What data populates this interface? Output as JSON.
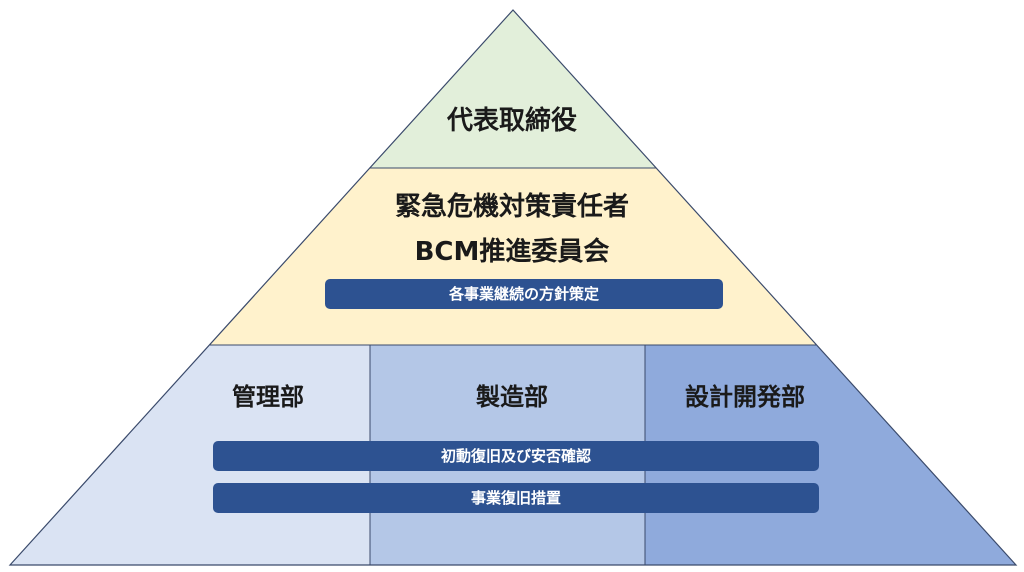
{
  "pyramid": {
    "top": {
      "title": "代表取締役",
      "fill": "#e2efda"
    },
    "middle": {
      "line1": "緊急危機対策責任者",
      "line2": "BCM推進委員会",
      "fill": "#fff2cc",
      "bar_label": "各事業継続の方針策定"
    },
    "bottom": {
      "departments": [
        {
          "label": "管理部",
          "fill": "#dae3f3"
        },
        {
          "label": "製造部",
          "fill": "#b4c7e7"
        },
        {
          "label": "設計開発部",
          "fill": "#8faadc"
        }
      ],
      "bars": [
        {
          "label": "初動復旧及び安否確認"
        },
        {
          "label": "事業復旧措置"
        }
      ]
    },
    "bar_color": "#2d5291",
    "outline_color": "#3a4a6b"
  }
}
